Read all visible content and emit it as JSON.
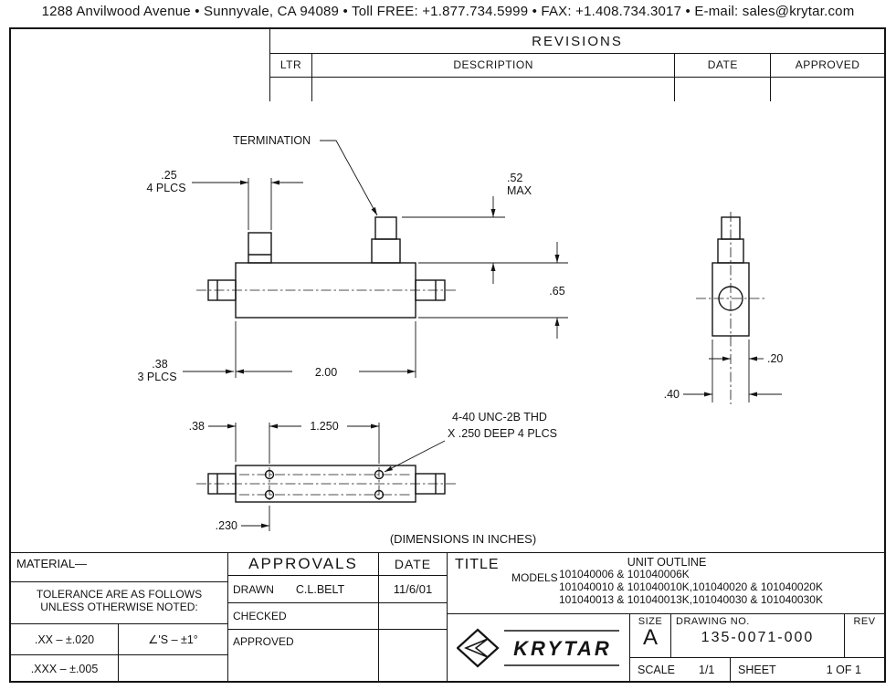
{
  "header": {
    "address": "1288 Anvilwood Avenue • Sunnyvale, CA 94089 • Toll FREE: +1.877.734.5999 • FAX: +1.408.734.3017 • E-mail: sales@krytar.com"
  },
  "revisions": {
    "title": "REVISIONS",
    "columns": {
      "ltr": "LTR",
      "description": "DESCRIPTION",
      "date": "DATE",
      "approved": "APPROVED"
    }
  },
  "drawing": {
    "termination_label": "TERMINATION",
    "dim_top_port_width": ".25",
    "dim_top_port_width_note": "4 PLCS",
    "dim_height_max": ".52",
    "dim_height_max_note": "MAX",
    "dim_body_height": ".65",
    "dim_port_offset": ".38",
    "dim_port_offset_note": "3 PLCS",
    "dim_body_length": "2.00",
    "dim_side_offset": ".20",
    "dim_side_width": ".40",
    "dim_hole_edge": ".38",
    "dim_hole_spacing": "1.250",
    "dim_hole_row_spacing": ".230",
    "thread_note_line1": "4-40 UNC-2B THD",
    "thread_note_line2": "X .250 DEEP 4 PLCS",
    "units_note": "(DIMENSIONS IN INCHES)"
  },
  "title_block": {
    "material_label": "MATERIAL—",
    "tolerance_line1": "TOLERANCE ARE AS FOLLOWS",
    "tolerance_line2": "UNLESS OTHERWISE NOTED:",
    "tol_xx": ".XX – ±.020",
    "tol_angle": "∠'S – ±1°",
    "tol_xxx": ".XXX – ±.005",
    "approvals_label": "APPROVALS",
    "date_label": "DATE",
    "drawn_label": "DRAWN",
    "drawn_name": "C.L.BELT",
    "drawn_date": "11/6/01",
    "checked_label": "CHECKED",
    "approved_label": "APPROVED",
    "title_label": "TITLE",
    "title_value": "UNIT OUTLINE",
    "models_label": "MODELS",
    "models_line1": "101040006 & 101040006K",
    "models_line2": "101040010 & 101040010K,101040020 & 101040020K",
    "models_line3": "101040013 & 101040013K,101040030 & 101040030K",
    "logo_text": "KRYTAR",
    "size_label": "SIZE",
    "size_value": "A",
    "drawing_no_label": "DRAWING NO.",
    "drawing_no_value": "135-0071-000",
    "rev_label": "REV",
    "scale_label": "SCALE",
    "scale_value": "1/1",
    "sheet_label": "SHEET",
    "sheet_value": "1 OF 1"
  }
}
